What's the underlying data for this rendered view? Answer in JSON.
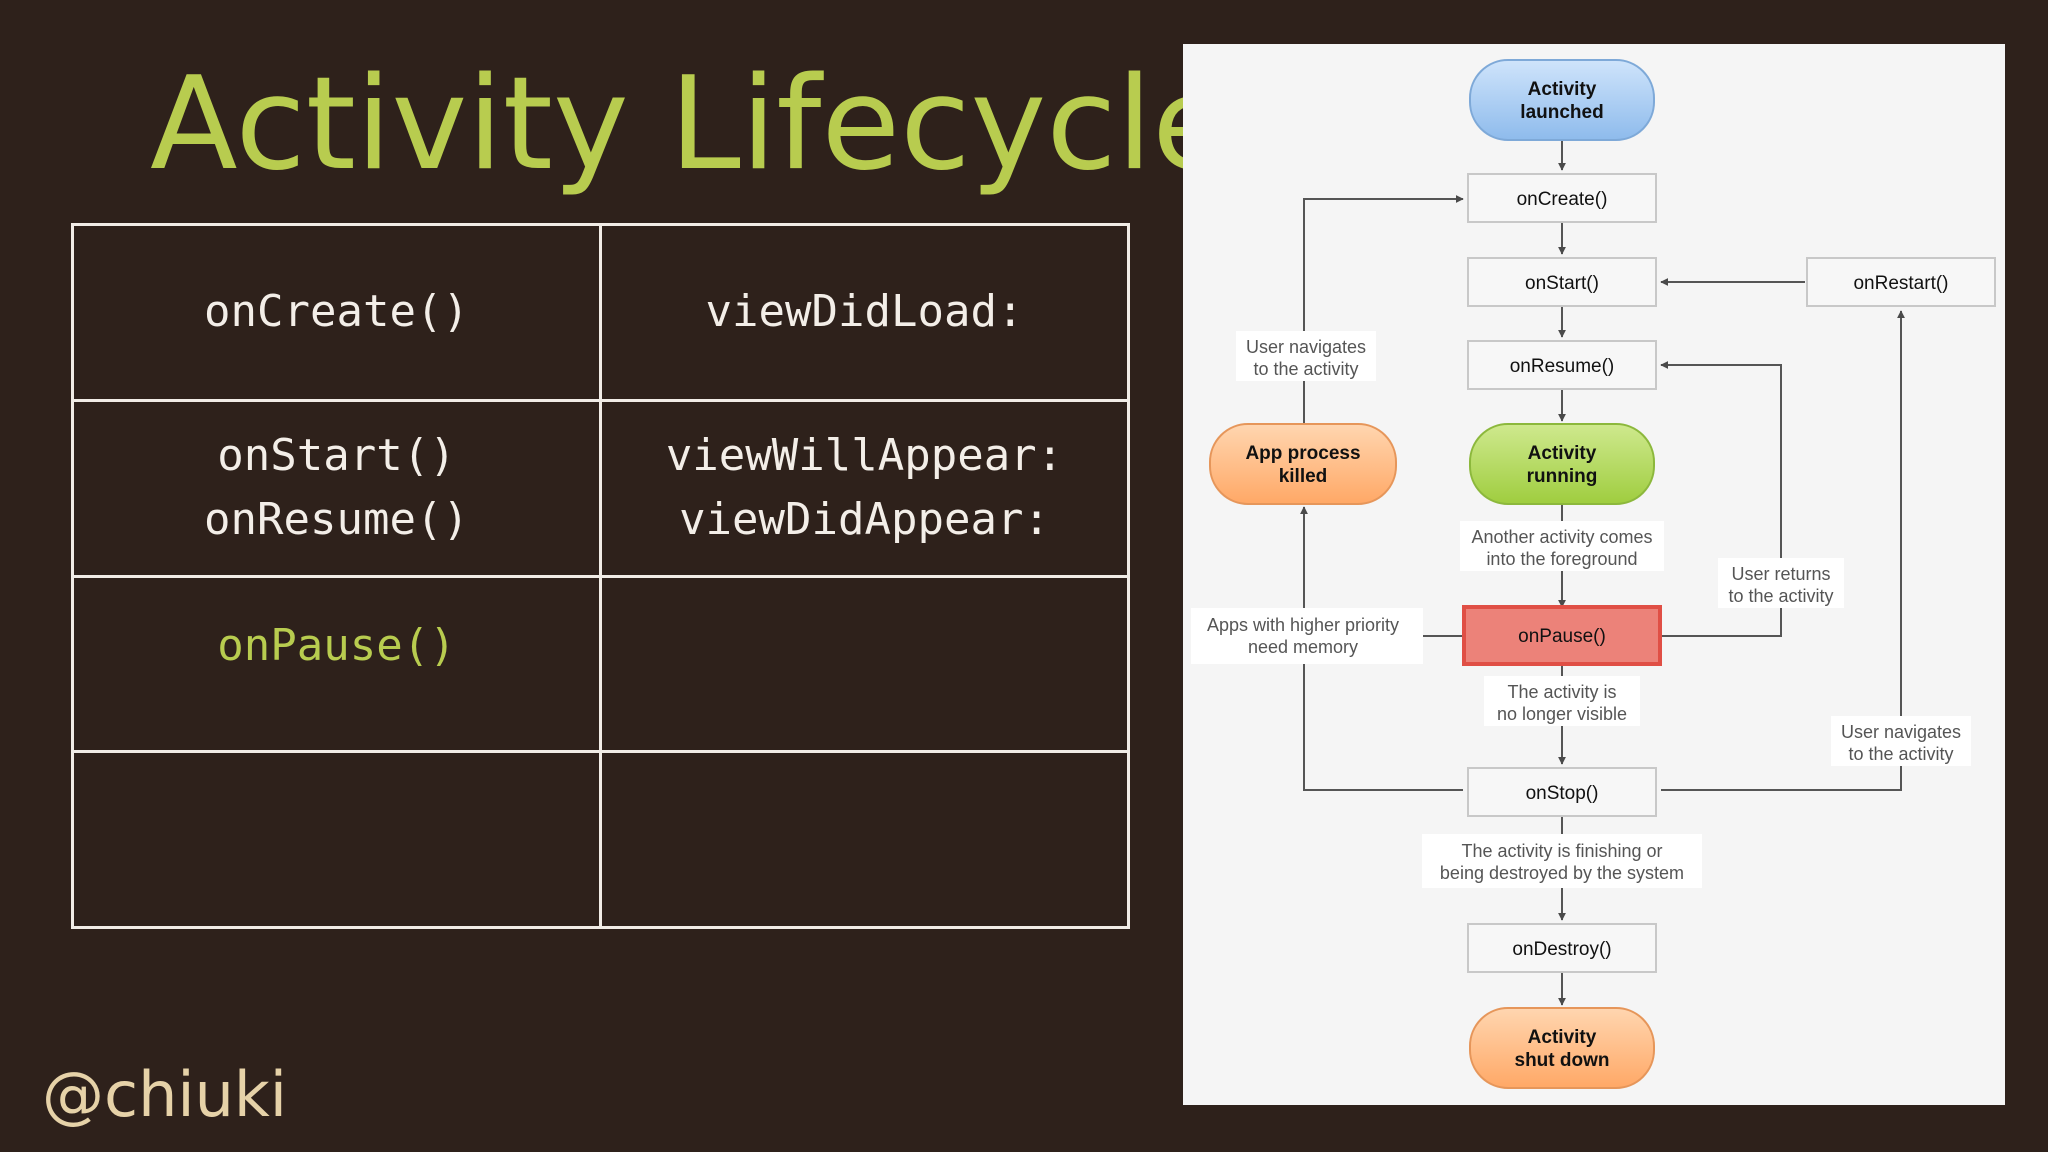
{
  "slide": {
    "title": "Activity Lifecycle",
    "handle": "@chiuki"
  },
  "mapping_table": {
    "rows": [
      {
        "android": [
          "onCreate()"
        ],
        "ios": [
          "viewDidLoad:"
        ]
      },
      {
        "android": [
          "onStart()",
          "onResume()"
        ],
        "ios": [
          "viewWillAppear:",
          "viewDidAppear:"
        ]
      },
      {
        "android": [
          "onPause()"
        ],
        "ios": []
      },
      {
        "android": [],
        "ios": []
      }
    ]
  },
  "diagram": {
    "nodes": {
      "launched": [
        "Activity",
        "launched"
      ],
      "on_create": "onCreate()",
      "on_start": "onStart()",
      "on_restart": "onRestart()",
      "on_resume": "onResume()",
      "running": [
        "Activity",
        "running"
      ],
      "process_killed": [
        "App process",
        "killed"
      ],
      "on_pause": "onPause()",
      "on_stop": "onStop()",
      "on_destroy": "onDestroy()",
      "shut_down": [
        "Activity",
        "shut down"
      ]
    },
    "labels": {
      "user_navigates_left": [
        "User navigates",
        "to the activity"
      ],
      "another_activity": [
        "Another activity comes",
        "into the foreground"
      ],
      "user_returns": [
        "User returns",
        "to the activity"
      ],
      "higher_priority": [
        "Apps with higher priority",
        "need memory"
      ],
      "no_longer_visible": [
        "The activity is",
        "no longer visible"
      ],
      "user_navigates_right": [
        "User navigates",
        "to the activity"
      ],
      "finishing": [
        "The activity is finishing or",
        "being destroyed by the system"
      ]
    },
    "colors": {
      "blue": "#a8cdf5",
      "green": "#b5dc5f",
      "orange": "#ffc08a",
      "pause_fill": "#ec8279",
      "pause_border": "#e04f45"
    }
  }
}
